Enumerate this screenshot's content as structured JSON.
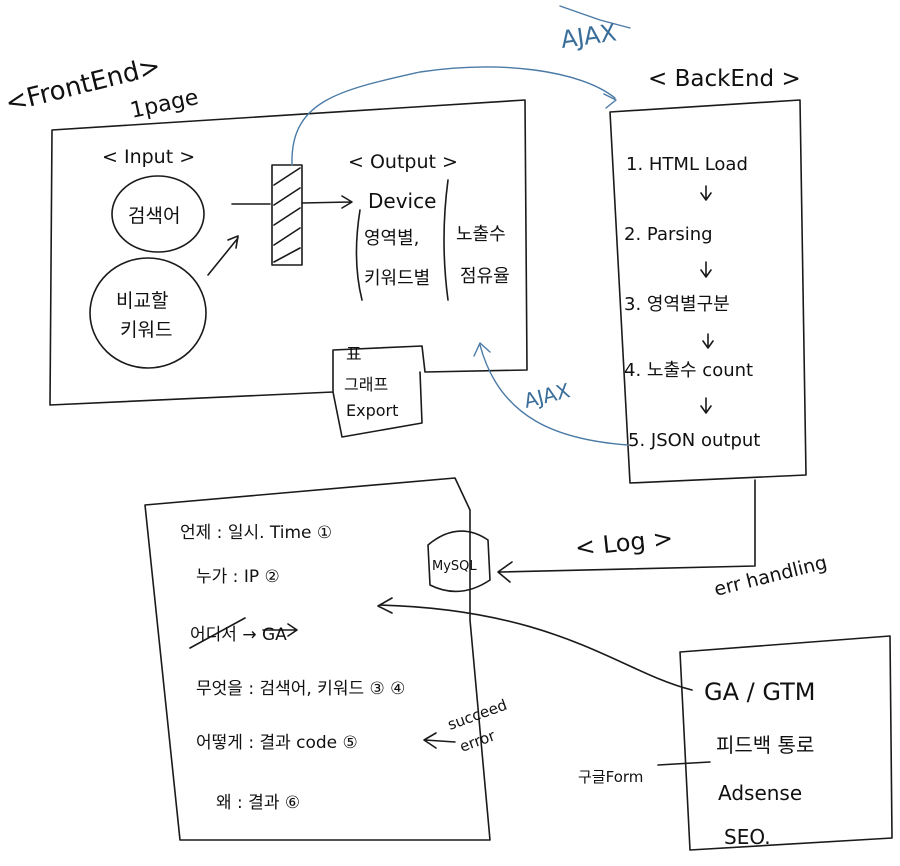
{
  "frontend": {
    "title": "<FrontEnd>",
    "subtitle": "1page",
    "input_title": "< Input >",
    "input_keyword": "검색어",
    "input_compare": [
      "비교할",
      "키워드"
    ],
    "output_title": "< Output >",
    "output_device": "Device",
    "output_col1": [
      "영역별,",
      "키워드별"
    ],
    "output_col2": [
      "노출수",
      "점유율"
    ],
    "output_extra": [
      "표",
      "그래프",
      "Export"
    ]
  },
  "backend": {
    "title": "< BackEnd >",
    "steps": [
      "1. HTML Load",
      "2. Parsing",
      "3. 영역별구분",
      "4. 노출수 count",
      "5. JSON output"
    ]
  },
  "ajax_top": "AJAX",
  "ajax_mid": "AJAX",
  "log": {
    "label": "< Log >",
    "db": "MySQL",
    "err": "err handling",
    "rows": [
      "언제 : 일시. Time ①",
      "누가 : IP ②",
      "어디서 → GA",
      "무엇을 : 검색어, 키워드 ③ ④",
      "어떻게 : 결과 code ⑤",
      "왜 : 결과 ⑥"
    ],
    "status": [
      "succeed",
      "error"
    ]
  },
  "side": {
    "items": [
      "GA / GTM",
      "피드백 통로",
      "Adsense",
      "SEO."
    ],
    "google_form": "구글Form"
  }
}
